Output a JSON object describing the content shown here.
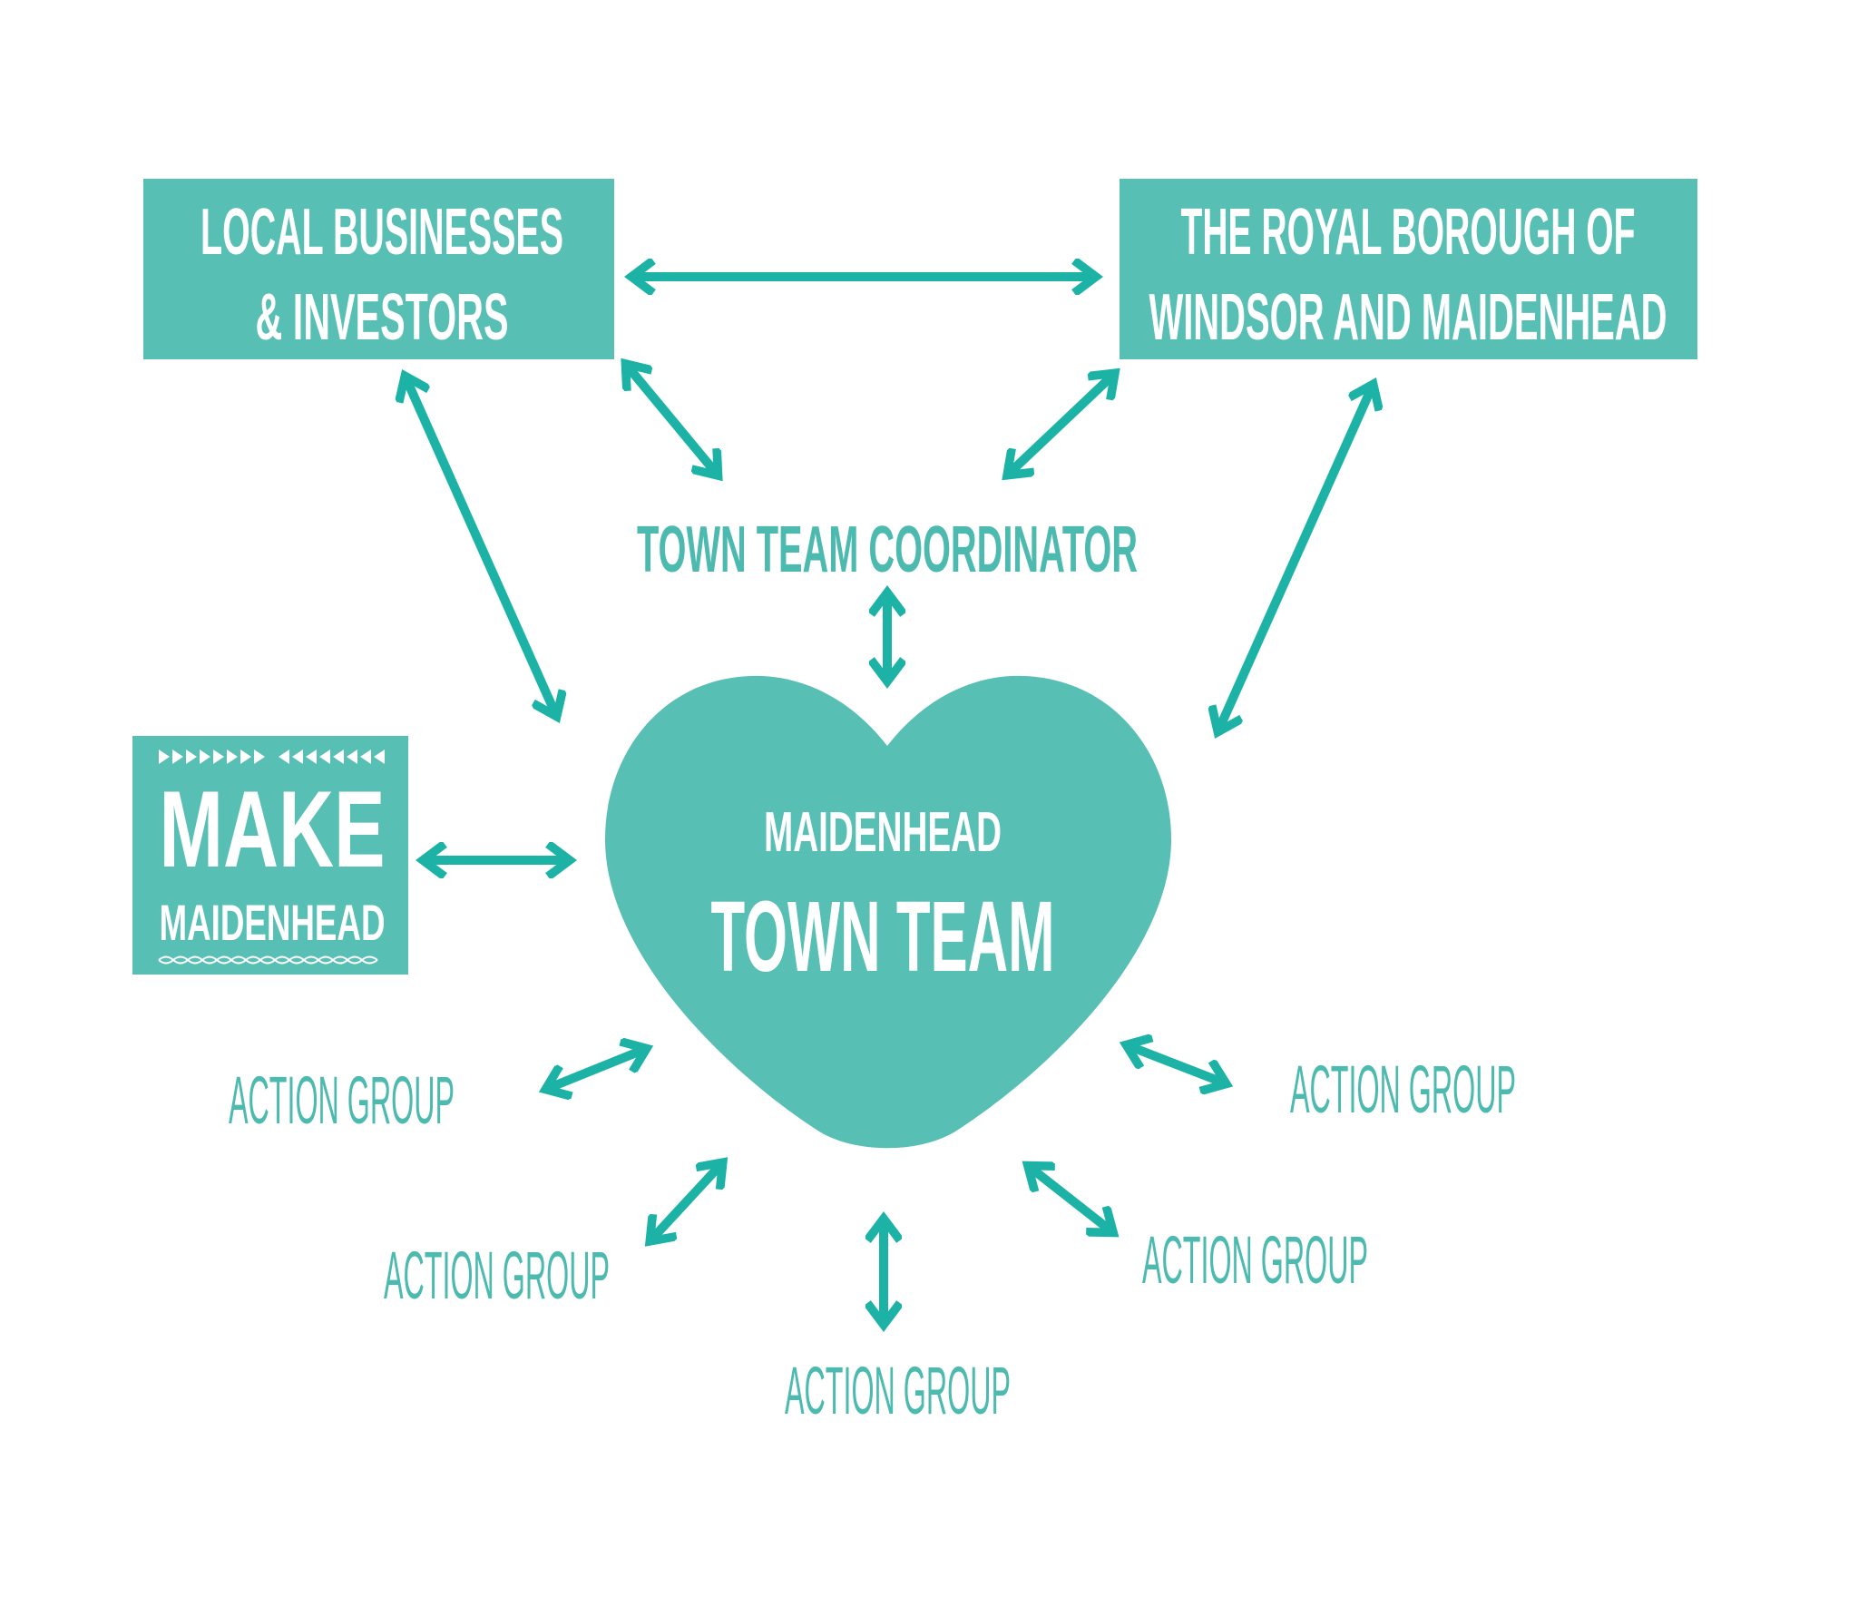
{
  "nodes": {
    "local_businesses": [
      "LOCAL BUSINESSES",
      "& INVESTORS"
    ],
    "royal_borough": [
      "THE ROYAL BOROUGH OF",
      "WINDSOR AND MAIDENHEAD"
    ],
    "coordinator": "TOWN TEAM COORDINATOR",
    "town_team": {
      "line1": "MAIDENHEAD",
      "line2": "TOWN TEAM"
    },
    "logo": {
      "line1": "MAKE",
      "line2": "MAIDENHEAD"
    },
    "action_groups": [
      "ACTION GROUP",
      "ACTION GROUP",
      "ACTION GROUP",
      "ACTION GROUP",
      "ACTION GROUP"
    ]
  },
  "colors": {
    "box": "#57bfb3",
    "arrow": "#1cb3a6",
    "label": "#4dbab0"
  }
}
